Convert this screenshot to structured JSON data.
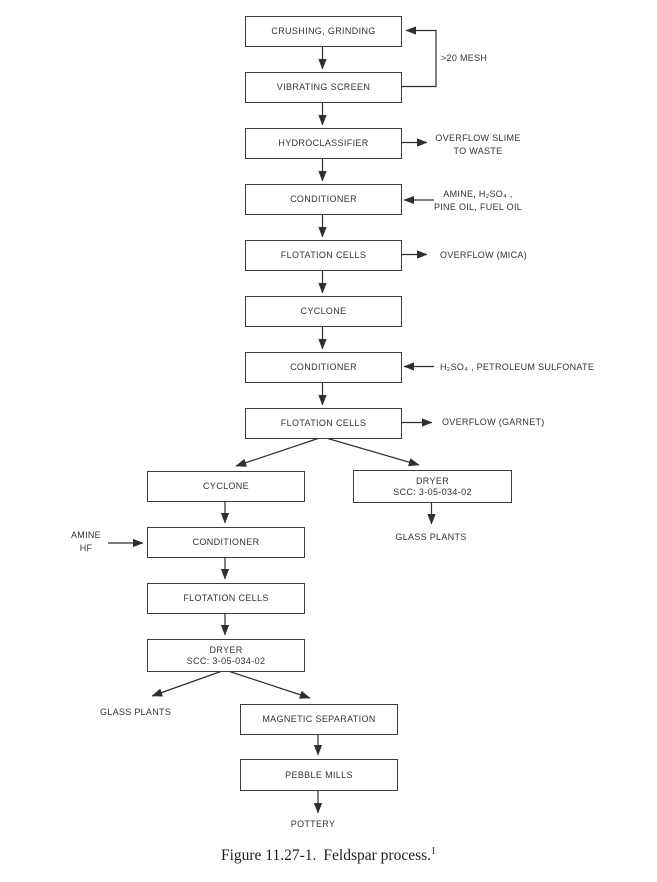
{
  "nodes": {
    "crushing_grinding": {
      "label": "CRUSHING, GRINDING"
    },
    "vibrating_screen": {
      "label": "VIBRATING SCREEN"
    },
    "hydroclassifier": {
      "label": "HYDROCLASSIFIER"
    },
    "conditioner_1": {
      "label": "CONDITIONER"
    },
    "flotation_cells_1": {
      "label": "FLOTATION CELLS"
    },
    "cyclone_1": {
      "label": "CYCLONE"
    },
    "conditioner_2": {
      "label": "CONDITIONER"
    },
    "flotation_cells_2": {
      "label": "FLOTATION CELLS"
    },
    "cyclone_2": {
      "label": "CYCLONE"
    },
    "dryer_1": {
      "label": "DRYER",
      "scc": "SCC: 3-05-034-02"
    },
    "conditioner_3": {
      "label": "CONDITIONER"
    },
    "flotation_cells_3": {
      "label": "FLOTATION CELLS"
    },
    "dryer_2": {
      "label": "DRYER",
      "scc": "SCC: 3-05-034-02"
    },
    "magnetic_separation": {
      "label": "MAGNETIC SEPARATION"
    },
    "pebble_mills": {
      "label": "PEBBLE MILLS"
    }
  },
  "annotations": {
    "mesh_recycle": ">20 MESH",
    "overflow_slime_line1": "OVERFLOW SLIME",
    "overflow_slime_line2": "TO WASTE",
    "amine_reagent_line1": "AMINE, H₂SO₄ ,",
    "amine_reagent_line2": "PINE OIL, FUEL OIL",
    "overflow_mica": "OVERFLOW (MICA)",
    "sulfonate_reagent": "H₂SO₄ , PETROLEUM SULFONATE",
    "overflow_garnet": "OVERFLOW (GARNET)",
    "glass_plants_right": "GLASS PLANTS",
    "amine_hf_line1": "AMINE",
    "amine_hf_line2": "HF",
    "glass_plants_left": "GLASS PLANTS",
    "pottery": "POTTERY"
  },
  "caption": {
    "figure_number": "Figure 11.27-1.",
    "title": "Feldspar process.",
    "reference_superscript": "1"
  },
  "colors": {
    "ink": "#2f2f2f",
    "text": "#333333",
    "background": "#ffffff"
  }
}
